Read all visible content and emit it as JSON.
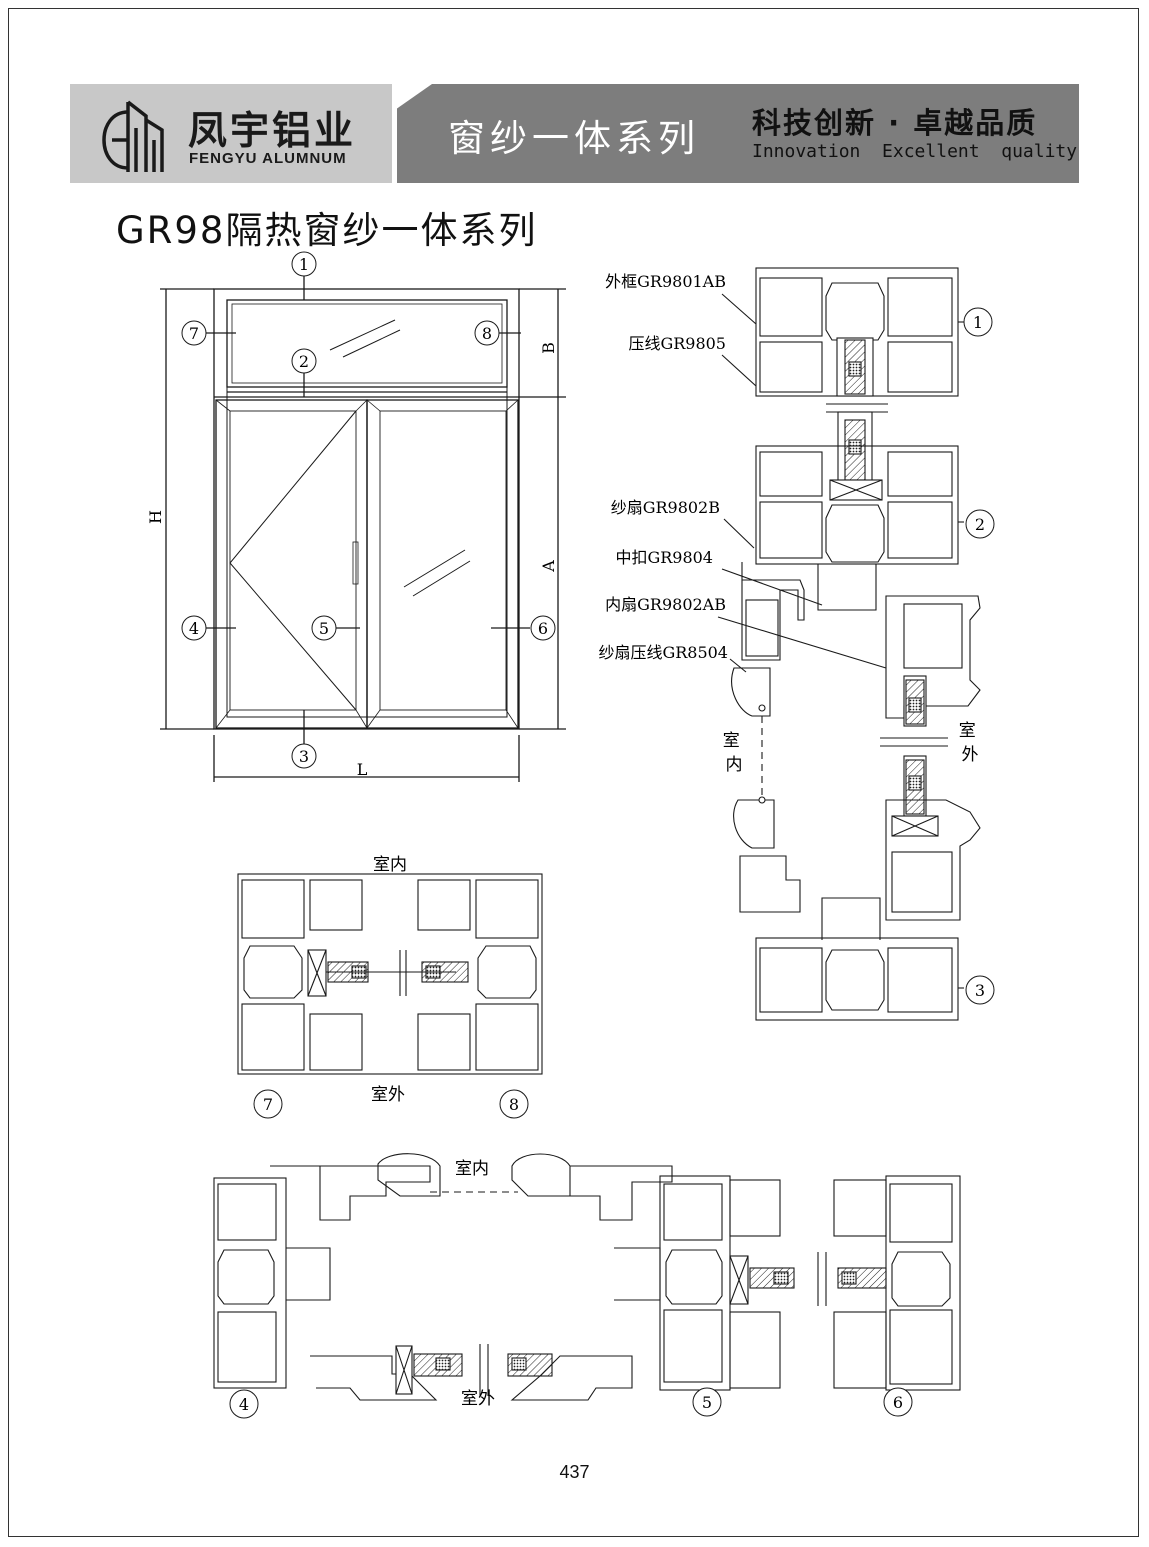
{
  "header": {
    "brand_cn": "凤宇铝业",
    "brand_en": "FENGYU ALUMNUM",
    "series": "窗纱一体系列",
    "slogan_cn": "科技创新 · 卓越品质",
    "slogan_en": "Innovation  Excellent  quality"
  },
  "page_title": "GR98隔热窗纱一体系列",
  "page_number": "437",
  "elevation": {
    "callouts": [
      "1",
      "2",
      "3",
      "4",
      "5",
      "6",
      "7",
      "8"
    ],
    "dims": {
      "H": "H",
      "L": "L",
      "A": "A",
      "B": "B"
    }
  },
  "section_vertical": {
    "parts": [
      "外框GR9801AB",
      "压线GR9805",
      "纱扇GR9802B",
      "中扣GR9804",
      "内扇GR9802AB",
      "纱扇压线GR8504"
    ],
    "callouts": [
      "1",
      "2",
      "3"
    ],
    "indoor": "室内",
    "outdoor": "室外"
  },
  "section_78": {
    "indoor": "室内",
    "outdoor": "室外",
    "callouts": [
      "7",
      "8"
    ]
  },
  "section_456": {
    "indoor": "室内",
    "outdoor": "室外",
    "callouts": [
      "4",
      "5",
      "6"
    ]
  },
  "colors": {
    "header_light": "#c8c8c8",
    "header_dark": "#7d7d7d",
    "line": "#1a1a1a"
  }
}
